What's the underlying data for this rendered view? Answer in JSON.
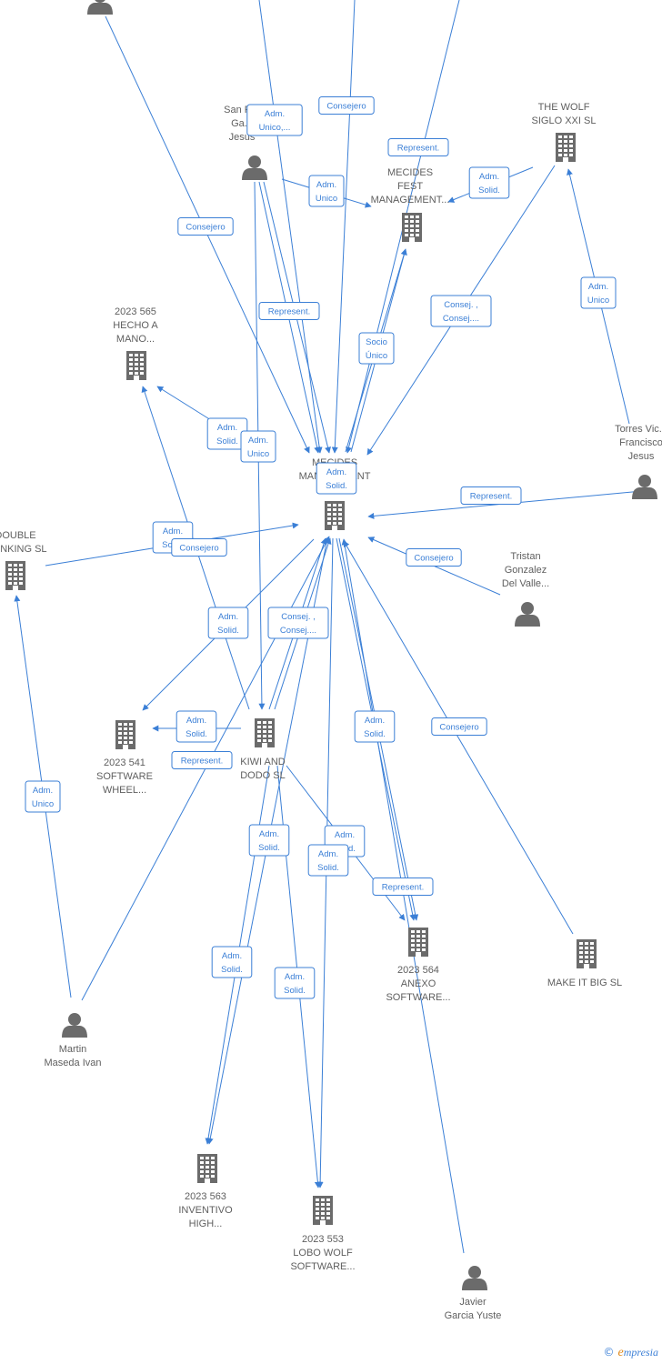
{
  "nodes": [
    {
      "id": "mecides_main",
      "type": "company",
      "label": [
        "MECIDES",
        "MANAGEMENT"
      ]
    },
    {
      "id": "mecides_fest",
      "type": "company",
      "label": [
        "MECIDES",
        "FEST",
        "MANAGEMENT..."
      ]
    },
    {
      "id": "wolf_siglo",
      "type": "company",
      "label": [
        "THE WOLF",
        "SIGLO XXI  SL"
      ]
    },
    {
      "id": "hecho_mano",
      "type": "company",
      "label": [
        "2023 565",
        "HECHO A",
        "MANO..."
      ]
    },
    {
      "id": "double_thinking",
      "type": "company",
      "label": [
        "DOUBLE",
        "THINKING SL"
      ]
    },
    {
      "id": "software_wheel",
      "type": "company",
      "label": [
        "2023 541",
        "SOFTWARE",
        "WHEEL..."
      ]
    },
    {
      "id": "kiwi_dodo",
      "type": "company",
      "label": [
        "KIWI AND",
        "DODO  SL"
      ]
    },
    {
      "id": "anexo_software",
      "type": "company",
      "label": [
        "2023 564",
        "ANEXO",
        "SOFTWARE..."
      ]
    },
    {
      "id": "make_it_big",
      "type": "company",
      "label": [
        "MAKE IT BIG  SL"
      ]
    },
    {
      "id": "inventivo_high",
      "type": "company",
      "label": [
        "2023 563",
        "INVENTIVO",
        "HIGH..."
      ]
    },
    {
      "id": "lobo_wolf",
      "type": "company",
      "label": [
        "2023 553",
        "LOBO WOLF",
        "SOFTWARE..."
      ]
    },
    {
      "id": "san_roman",
      "type": "person",
      "label": [
        "San R...",
        "Ga...",
        "Jesus"
      ]
    },
    {
      "id": "torres_vic",
      "type": "person",
      "label": [
        "Torres Vic...",
        "Francisco",
        "Jesus"
      ]
    },
    {
      "id": "tristan",
      "type": "person",
      "label": [
        "Tristan",
        "Gonzalez",
        "Del Valle..."
      ]
    },
    {
      "id": "martin",
      "type": "person",
      "label": [
        "Martin",
        "Maseda Ivan"
      ]
    },
    {
      "id": "javier",
      "type": "person",
      "label": [
        "Javier",
        "Garcia Yuste"
      ]
    },
    {
      "id": "top_person",
      "type": "person",
      "label": []
    }
  ],
  "edge_labels": [
    {
      "id": "e1",
      "text": [
        "Consejero"
      ]
    },
    {
      "id": "e2",
      "text": [
        "Adm.",
        "Unico,..."
      ]
    },
    {
      "id": "e3",
      "text": [
        "Represent."
      ]
    },
    {
      "id": "e4",
      "text": [
        "Adm.",
        "Solid."
      ]
    },
    {
      "id": "e5",
      "text": [
        "Adm.",
        "Unico"
      ]
    },
    {
      "id": "e6",
      "text": [
        "Consejero"
      ]
    },
    {
      "id": "e7",
      "text": [
        "Represent."
      ]
    },
    {
      "id": "e8",
      "text": [
        "Socio",
        "Único"
      ]
    },
    {
      "id": "e9",
      "text": [
        "Consej. ,",
        "Consej...."
      ]
    },
    {
      "id": "e10",
      "text": [
        "Adm.",
        "Unico"
      ]
    },
    {
      "id": "e11",
      "text": [
        "Adm.",
        "Solid."
      ]
    },
    {
      "id": "e12",
      "text": [
        "Adm.",
        "Unico"
      ]
    },
    {
      "id": "e13",
      "text": [
        "Adm.",
        "Solid."
      ]
    },
    {
      "id": "e14",
      "text": [
        "Represent."
      ]
    },
    {
      "id": "e15",
      "text": [
        "Consejero"
      ]
    },
    {
      "id": "e16",
      "text": [
        "Adm.",
        "Solid."
      ]
    },
    {
      "id": "e17",
      "text": [
        "Consejero"
      ]
    },
    {
      "id": "e18",
      "text": [
        "Adm.",
        "Solid."
      ]
    },
    {
      "id": "e19",
      "text": [
        "Consej. ,",
        "Consej...."
      ]
    },
    {
      "id": "e20",
      "text": [
        "Adm.",
        "Solid."
      ]
    },
    {
      "id": "e21",
      "text": [
        "Represent."
      ]
    },
    {
      "id": "e22",
      "text": [
        "Adm.",
        "Solid."
      ]
    },
    {
      "id": "e23",
      "text": [
        "Consejero"
      ]
    },
    {
      "id": "e24",
      "text": [
        "Adm.",
        "Unico"
      ]
    },
    {
      "id": "e25",
      "text": [
        "Adm.",
        "Solid."
      ]
    },
    {
      "id": "e26",
      "text": [
        "Adm.",
        "Solid."
      ]
    },
    {
      "id": "e27",
      "text": [
        "Adm.",
        "Solid."
      ]
    },
    {
      "id": "e28",
      "text": [
        "Represent."
      ]
    },
    {
      "id": "e29",
      "text": [
        "Adm.",
        "Solid."
      ]
    },
    {
      "id": "e30",
      "text": [
        "Adm.",
        "Solid."
      ]
    }
  ],
  "brand": {
    "copyright": "©",
    "initial": "e",
    "rest": "mpresia"
  },
  "colors": {
    "edge": "#3b7fd6",
    "icon": "#6b6b6b",
    "label": "#5f5f5f"
  }
}
